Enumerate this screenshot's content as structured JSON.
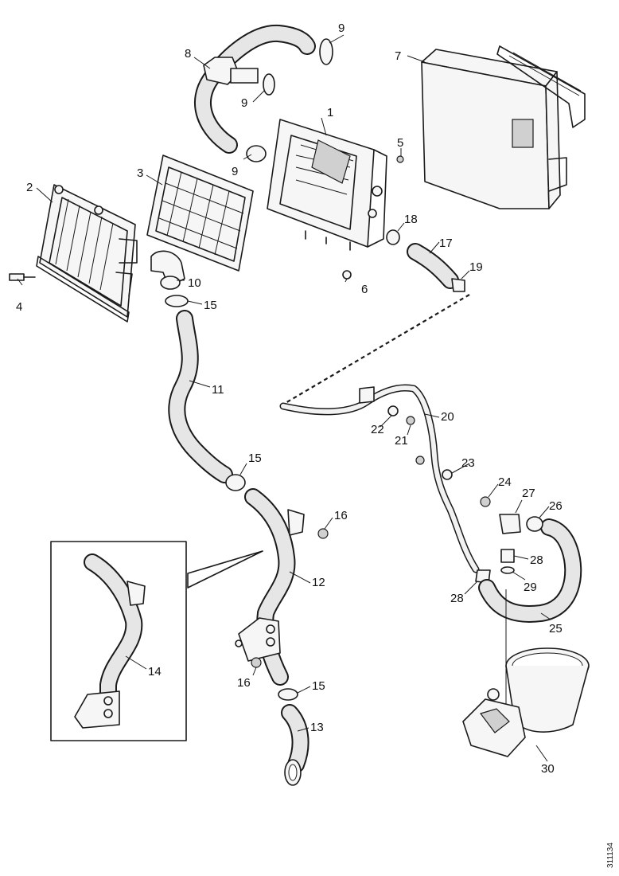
{
  "callouts": [
    "1",
    "2",
    "3",
    "4",
    "5",
    "6",
    "7",
    "8",
    "9",
    "9",
    "9",
    "10",
    "11",
    "12",
    "13",
    "14",
    "15",
    "15",
    "15",
    "16",
    "16",
    "17",
    "18",
    "19",
    "20",
    "21",
    "22",
    "23",
    "24",
    "25",
    "26",
    "27",
    "28",
    "29",
    "28",
    "30"
  ],
  "figure_code": "311134"
}
